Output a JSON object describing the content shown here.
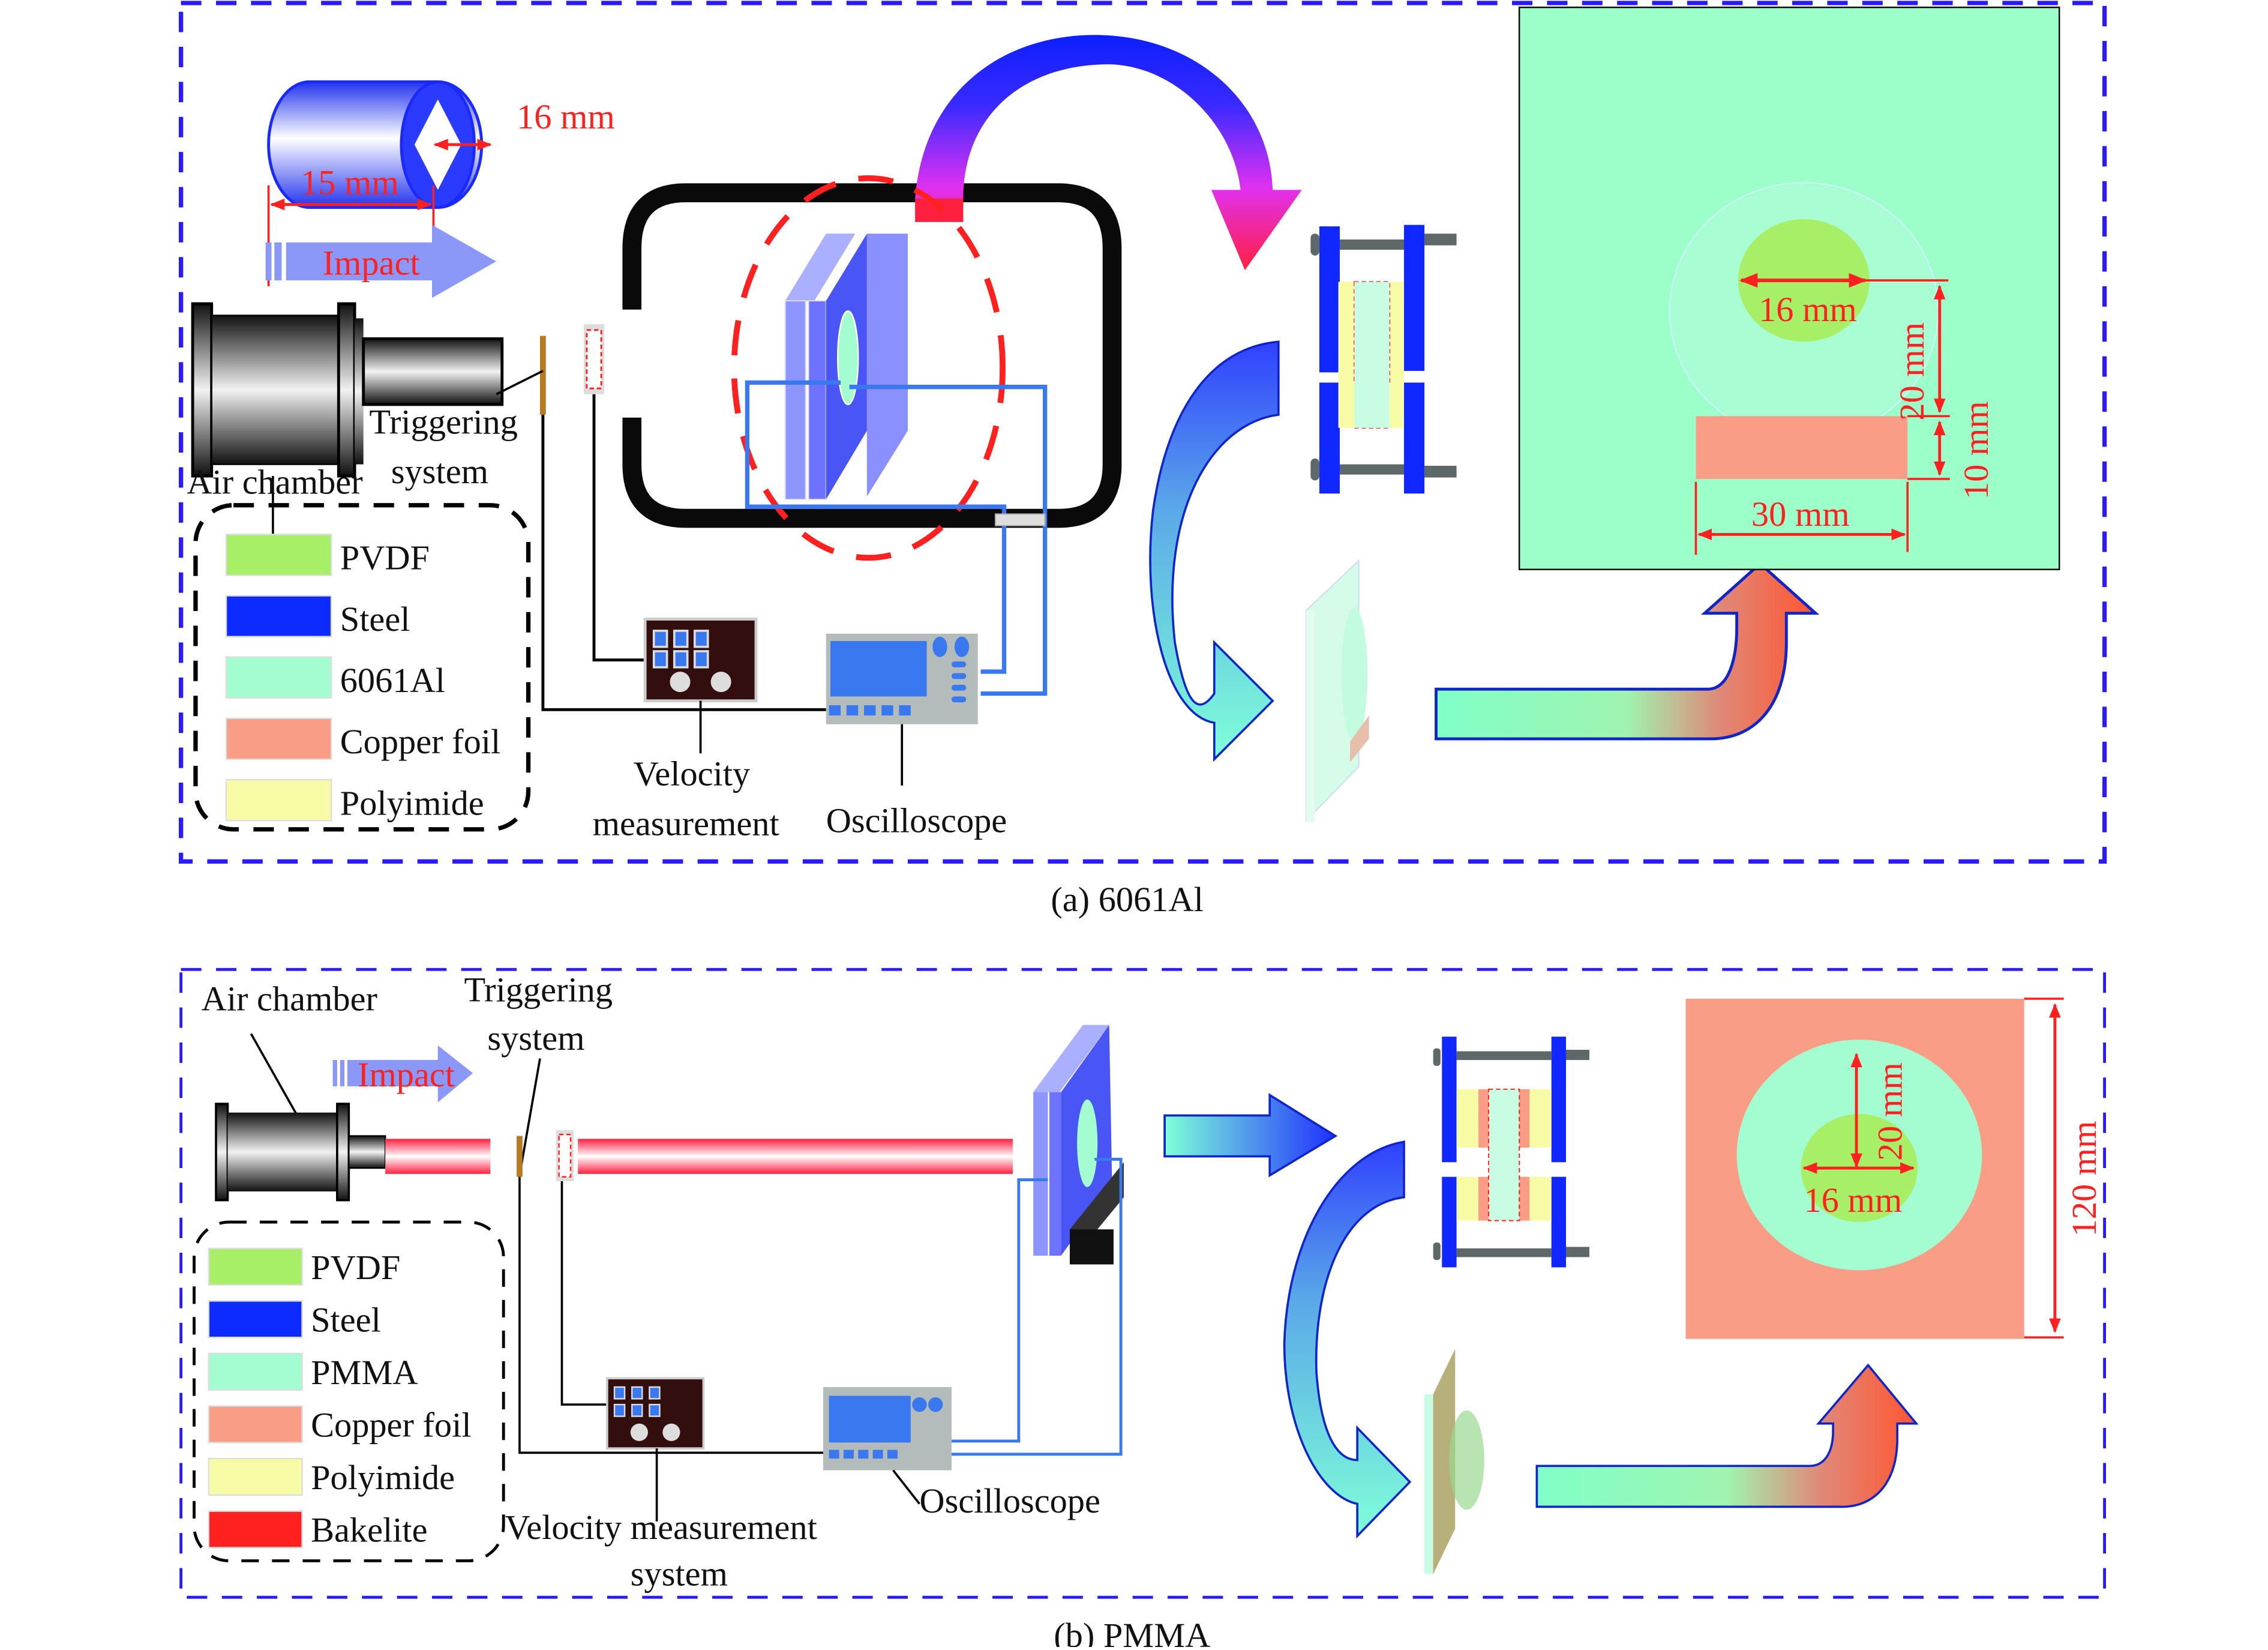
{
  "panel_a": {
    "caption": "(a) 6061Al",
    "projectile": {
      "length_label": "15 mm",
      "diameter_label": "16 mm"
    },
    "impact_label": "Impact",
    "labels": {
      "air_chamber": "Air chamber",
      "triggering_1": "Triggering",
      "triggering_2": "system",
      "velocity_1": "Velocity",
      "velocity_2": "measurement",
      "oscilloscope": "Oscilloscope"
    },
    "legend": [
      {
        "label": "PVDF",
        "color": "#a8ef68"
      },
      {
        "label": "Steel",
        "color": "#0d2bff"
      },
      {
        "label": "6061Al",
        "color": "#a3fdd0"
      },
      {
        "label": "Copper foil",
        "color": "#fa9d86"
      },
      {
        "label": "Polyimide",
        "color": "#f7fba6"
      }
    ],
    "target": {
      "pvdf_diameter": "16 mm",
      "distance": "20 mm",
      "foil_height": "10 mm",
      "foil_width": "30 mm"
    }
  },
  "panel_b": {
    "caption": "(b) PMMA",
    "impact_label": "Impact",
    "labels": {
      "air_chamber": "Air chamber",
      "triggering_1": "Triggering",
      "triggering_2": "system",
      "velocity_1": "Velocity measurement",
      "velocity_2": "system",
      "oscilloscope": "Oscilloscope"
    },
    "legend": [
      {
        "label": "PVDF",
        "color": "#a8ef68"
      },
      {
        "label": "Steel",
        "color": "#0d2bff"
      },
      {
        "label": "PMMA",
        "color": "#a3fdd0"
      },
      {
        "label": "Copper foil",
        "color": "#fa9d86"
      },
      {
        "label": "Polyimide",
        "color": "#f7fba6"
      },
      {
        "label": "Bakelite",
        "color": "#ff2020"
      }
    ],
    "target": {
      "pvdf_diameter": "16 mm",
      "radius": "20 mm",
      "size": "120 mm"
    }
  },
  "colors": {
    "frame": "#2a1aff",
    "dimension": "#ff2020",
    "wire": "#3a78f0",
    "al": "#9cffca",
    "copper": "#fa9d86",
    "pvdf": "#a8ef68"
  }
}
